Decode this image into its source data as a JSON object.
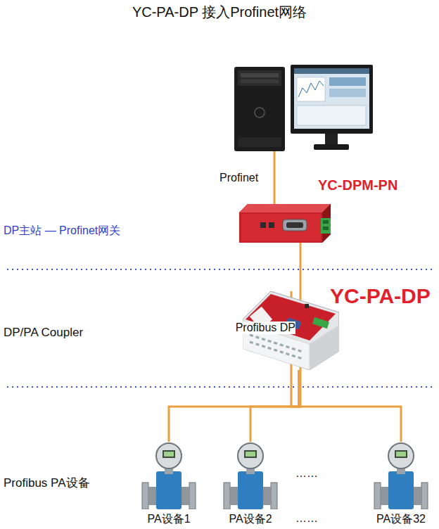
{
  "diagram": {
    "title": "YC-PA-DP 接入Profinet网络",
    "nodes": [
      {
        "text": [
          "YC-DPM-PN"
        ]
      },
      {
        "text": [
          "YC-PA-DP"
        ]
      },
      {
        "text": [
          "PA设备1"
        ]
      },
      {
        "text": [
          "PA设备2"
        ]
      },
      {
        "text": [
          "PA设备32"
        ]
      }
    ],
    "edges": [
      {
        "from": 0,
        "to": 1,
        "label": "Profibus DP",
        "arrow": "none"
      },
      {
        "from": 1,
        "to": 2,
        "arrow": "none"
      },
      {
        "from": 1,
        "to": 3,
        "arrow": "none"
      },
      {
        "from": 1,
        "to": 4,
        "arrow": "none"
      }
    ],
    "labels": [
      "Profinet",
      "DP主站 — Profinet网关",
      "DP/PA Coupler",
      "Profibus PA设备",
      "……",
      "……"
    ]
  }
}
